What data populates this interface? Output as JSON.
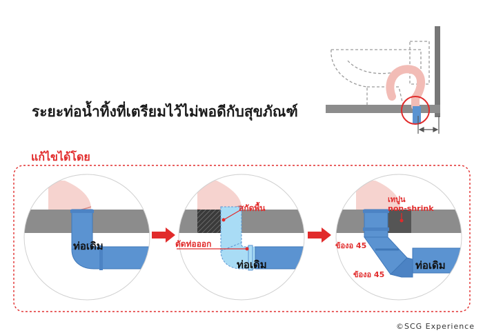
{
  "headline": "ระยะท่อน้ำทิ้งที่เตรียมไว้ไม่พอดีกับสุขภัณฑ์",
  "fix_title": "แก้ไขได้โดย",
  "steps": [
    {
      "pipe_label": "ท่อเดิม"
    },
    {
      "chip_floor_label": "สกัดพื้น",
      "cut_pipe_label": "ตัดท่อออก",
      "pipe_label": "ท่อเดิม"
    },
    {
      "grout_label_line1": "เทปูน",
      "grout_label_line2": "non-shrink",
      "elbow_label_1": "ข้องอ 45",
      "elbow_label_2": "ข้องอ 45",
      "pipe_label": "ท่อเดิม"
    }
  ],
  "watermark": "©SCG Experience",
  "colors": {
    "accent_red": "#e12b2b",
    "pipe_blue": "#5b93d1",
    "pipe_light": "#a9dcf5",
    "floor_gray": "#8c8c8c",
    "skin_pink": "#f6d3cf"
  }
}
